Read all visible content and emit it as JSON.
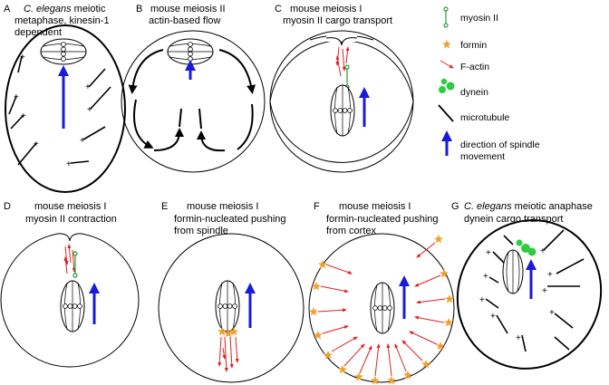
{
  "panels": [
    {
      "id": "A",
      "line1_it": "C. elegans",
      "line1_rest": " meiotic",
      "line2": "metaphase, kinesin-1",
      "line3": "dependent"
    },
    {
      "id": "B",
      "line1": "mouse meiosis II",
      "line2": "actin-based flow"
    },
    {
      "id": "C",
      "line1": "mouse meiosis I",
      "line2": "myosin II cargo transport"
    },
    {
      "id": "D",
      "line1": "mouse meiosis I",
      "line2": "myosin II contraction"
    },
    {
      "id": "E",
      "line1": "mouse meiosis I",
      "line2": "formin-nucleated pushing",
      "line3": "from spindle"
    },
    {
      "id": "F",
      "line1": "mouse meiosis I",
      "line2": "formin-nucleated pushing",
      "line3": "from cortex"
    },
    {
      "id": "G",
      "line1_it": "C. elegans",
      "line1_rest": " meiotic anaphase",
      "line2": "dynein cargo transport"
    }
  ],
  "legend": {
    "myosin": "myosin II",
    "formin": "formin",
    "factin": "F-actin",
    "dynein": "dynein",
    "microtubule": "microtubule",
    "direction_1": "direction of spindle",
    "direction_2": "movement"
  },
  "plus_sign": "+",
  "colors": {
    "arrow_blue": "#1a1adb",
    "actin_red": "#e02020",
    "formin_orange": "#f0a030",
    "myosin_green": "#2a9a3a",
    "dynein_green": "#2ecc40"
  }
}
